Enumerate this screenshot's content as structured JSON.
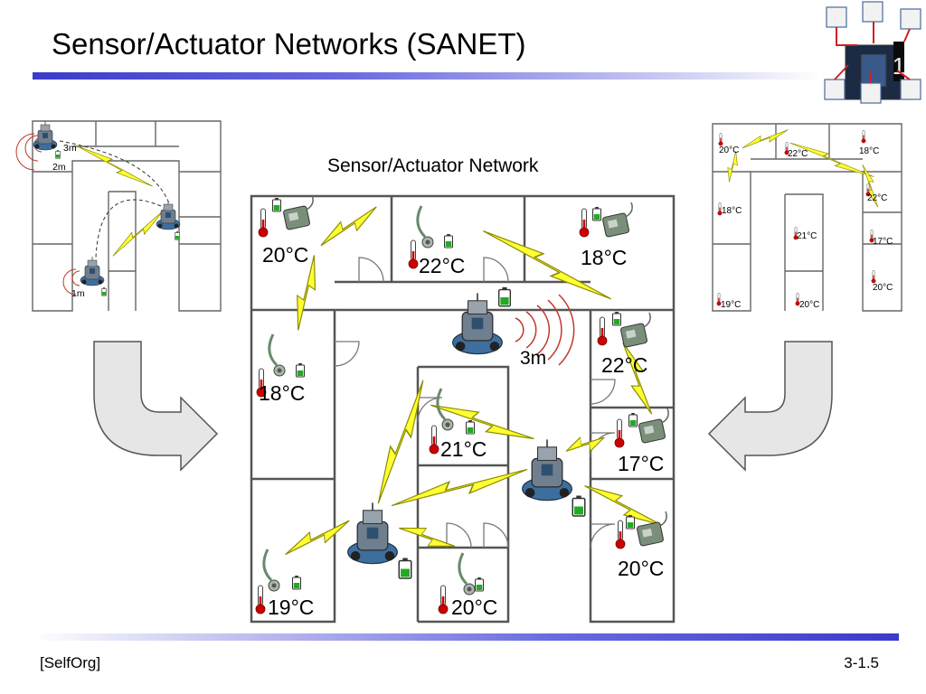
{
  "slide": {
    "title": "Sensor/Actuator Networks (SANET)",
    "caption": "Sensor/Actuator Network",
    "footer_left": "[SelfOrg]",
    "footer_right": "3-1.5"
  },
  "colors": {
    "accent": "#3a3acc",
    "wall": "#555555",
    "bolt_fill": "#ffff33",
    "bolt_stroke": "#8c8c00",
    "thermo": "#cc0000",
    "battery": "#22aa22",
    "wave": "#c0392b",
    "arrow_fill": "#e6e6e6"
  },
  "main_diagram": {
    "temperatures": [
      "20°C",
      "22°C",
      "18°C",
      "18°C",
      "22°C",
      "21°C",
      "17°C",
      "20°C",
      "19°C",
      "20°C"
    ],
    "range_label": "3m"
  },
  "left_diagram": {
    "labels": [
      "3m",
      "2m",
      "1m"
    ]
  },
  "right_diagram": {
    "temperatures": [
      "20°C",
      "22°C",
      "18°C",
      "22°C",
      "18°C",
      "21°C",
      "17°C",
      "20°C",
      "19°C",
      "20°C"
    ]
  },
  "logo": {
    "number": "1"
  }
}
